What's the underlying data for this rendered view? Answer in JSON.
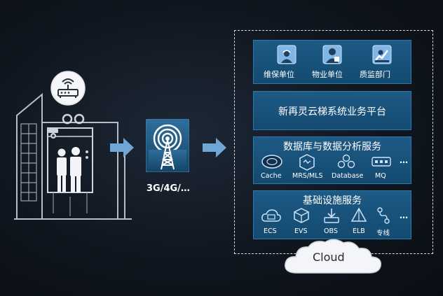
{
  "network_label": "3G/4G/…",
  "cloud_label": "Cloud",
  "roles": [
    {
      "label": "维保单位",
      "icon": "maintenance-worker-icon"
    },
    {
      "label": "物业单位",
      "icon": "property-manager-icon"
    },
    {
      "label": "质监部门",
      "icon": "quality-supervision-icon"
    }
  ],
  "platform_title": "新再灵云梯系统业务平台",
  "data_services": {
    "title": "数据库与数据分析服务",
    "items": [
      {
        "label": "Cache",
        "icon": "cache-icon"
      },
      {
        "label": "MRS/MLS",
        "icon": "mrs-mls-icon"
      },
      {
        "label": "Database",
        "icon": "database-icon"
      },
      {
        "label": "MQ",
        "icon": "mq-icon"
      }
    ],
    "more": "…"
  },
  "infra_services": {
    "title": "基础设施服务",
    "items": [
      {
        "label": "ECS",
        "icon": "ecs-cloud-icon"
      },
      {
        "label": "EVS",
        "icon": "evs-cube-icon"
      },
      {
        "label": "OBS",
        "icon": "obs-download-icon"
      },
      {
        "label": "ELB",
        "icon": "elb-pyramid-icon"
      },
      {
        "label": "专线",
        "icon": "dedicated-line-icon"
      }
    ],
    "more": "…"
  },
  "colors": {
    "panel": "#1a5580",
    "arrow": "#6fa6d6",
    "frame": "#d8dde4"
  }
}
